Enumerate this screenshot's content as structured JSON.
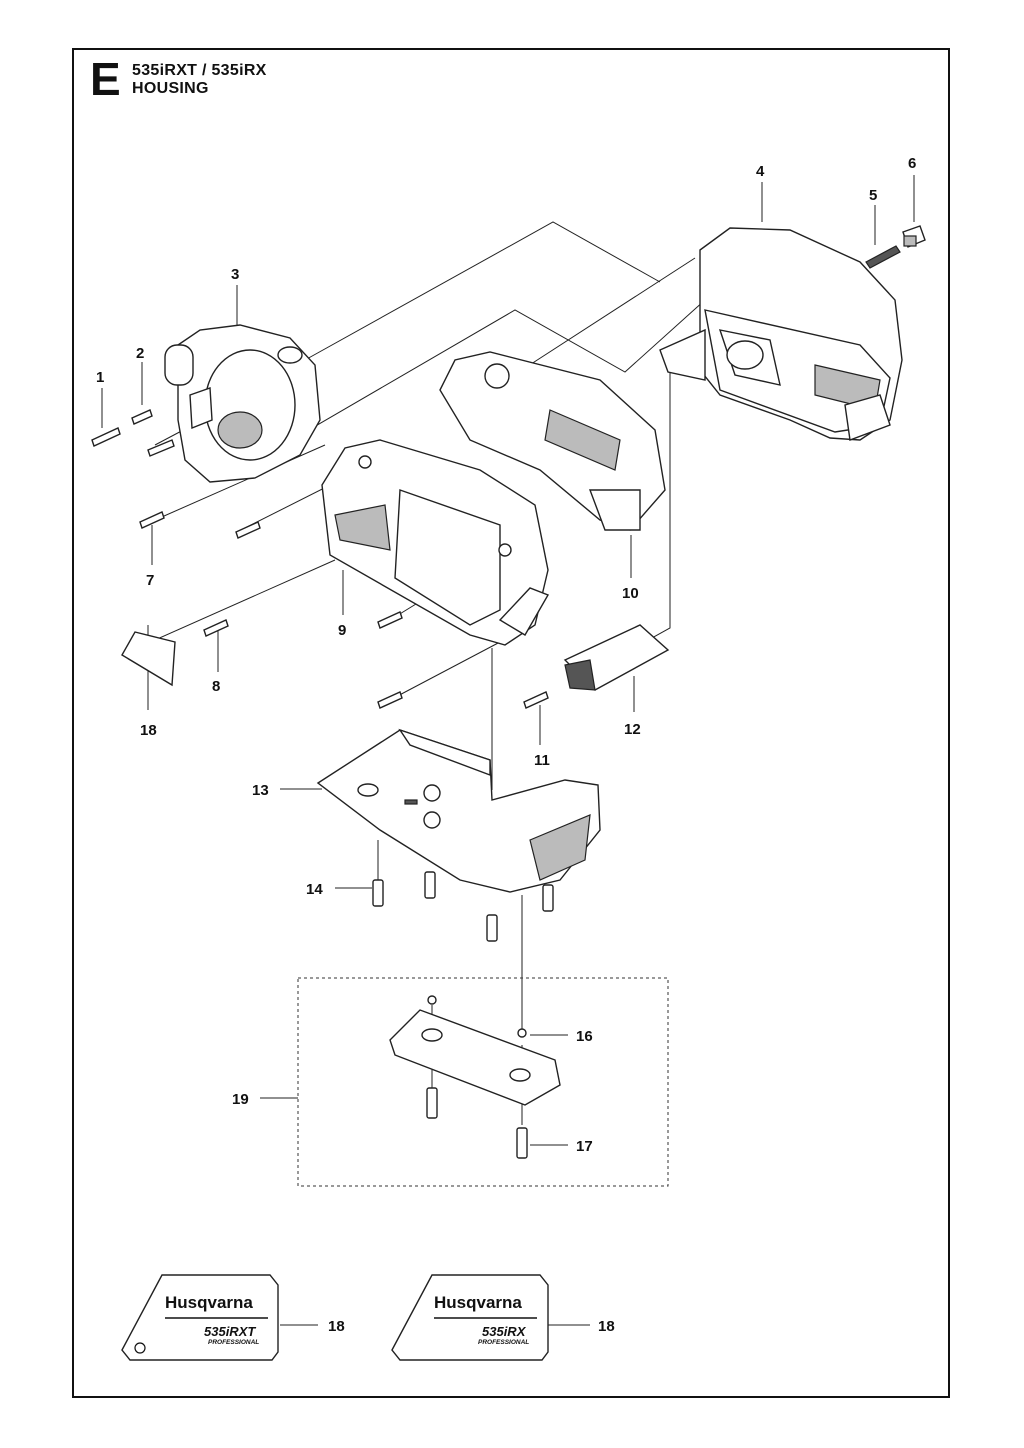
{
  "header": {
    "section_letter": "E",
    "model_line": "535iRXT / 535iRX",
    "section_title": "HOUSING"
  },
  "callouts": {
    "c1": "1",
    "c2": "2",
    "c3": "3",
    "c4": "4",
    "c5": "5",
    "c6": "6",
    "c7": "7",
    "c8": "8",
    "c9": "9",
    "c10": "10",
    "c11": "11",
    "c12": "12",
    "c13": "13",
    "c14": "14",
    "c16": "16",
    "c17": "17",
    "c18a": "18",
    "c18b": "18",
    "c18c": "18",
    "c19": "19"
  },
  "decals": {
    "left": {
      "brand": "Husqvarna",
      "model": "535iRXT",
      "tag": "PROFESSIONAL"
    },
    "right": {
      "brand": "Husqvarna",
      "model": "535iRX",
      "tag": "PROFESSIONAL"
    }
  }
}
